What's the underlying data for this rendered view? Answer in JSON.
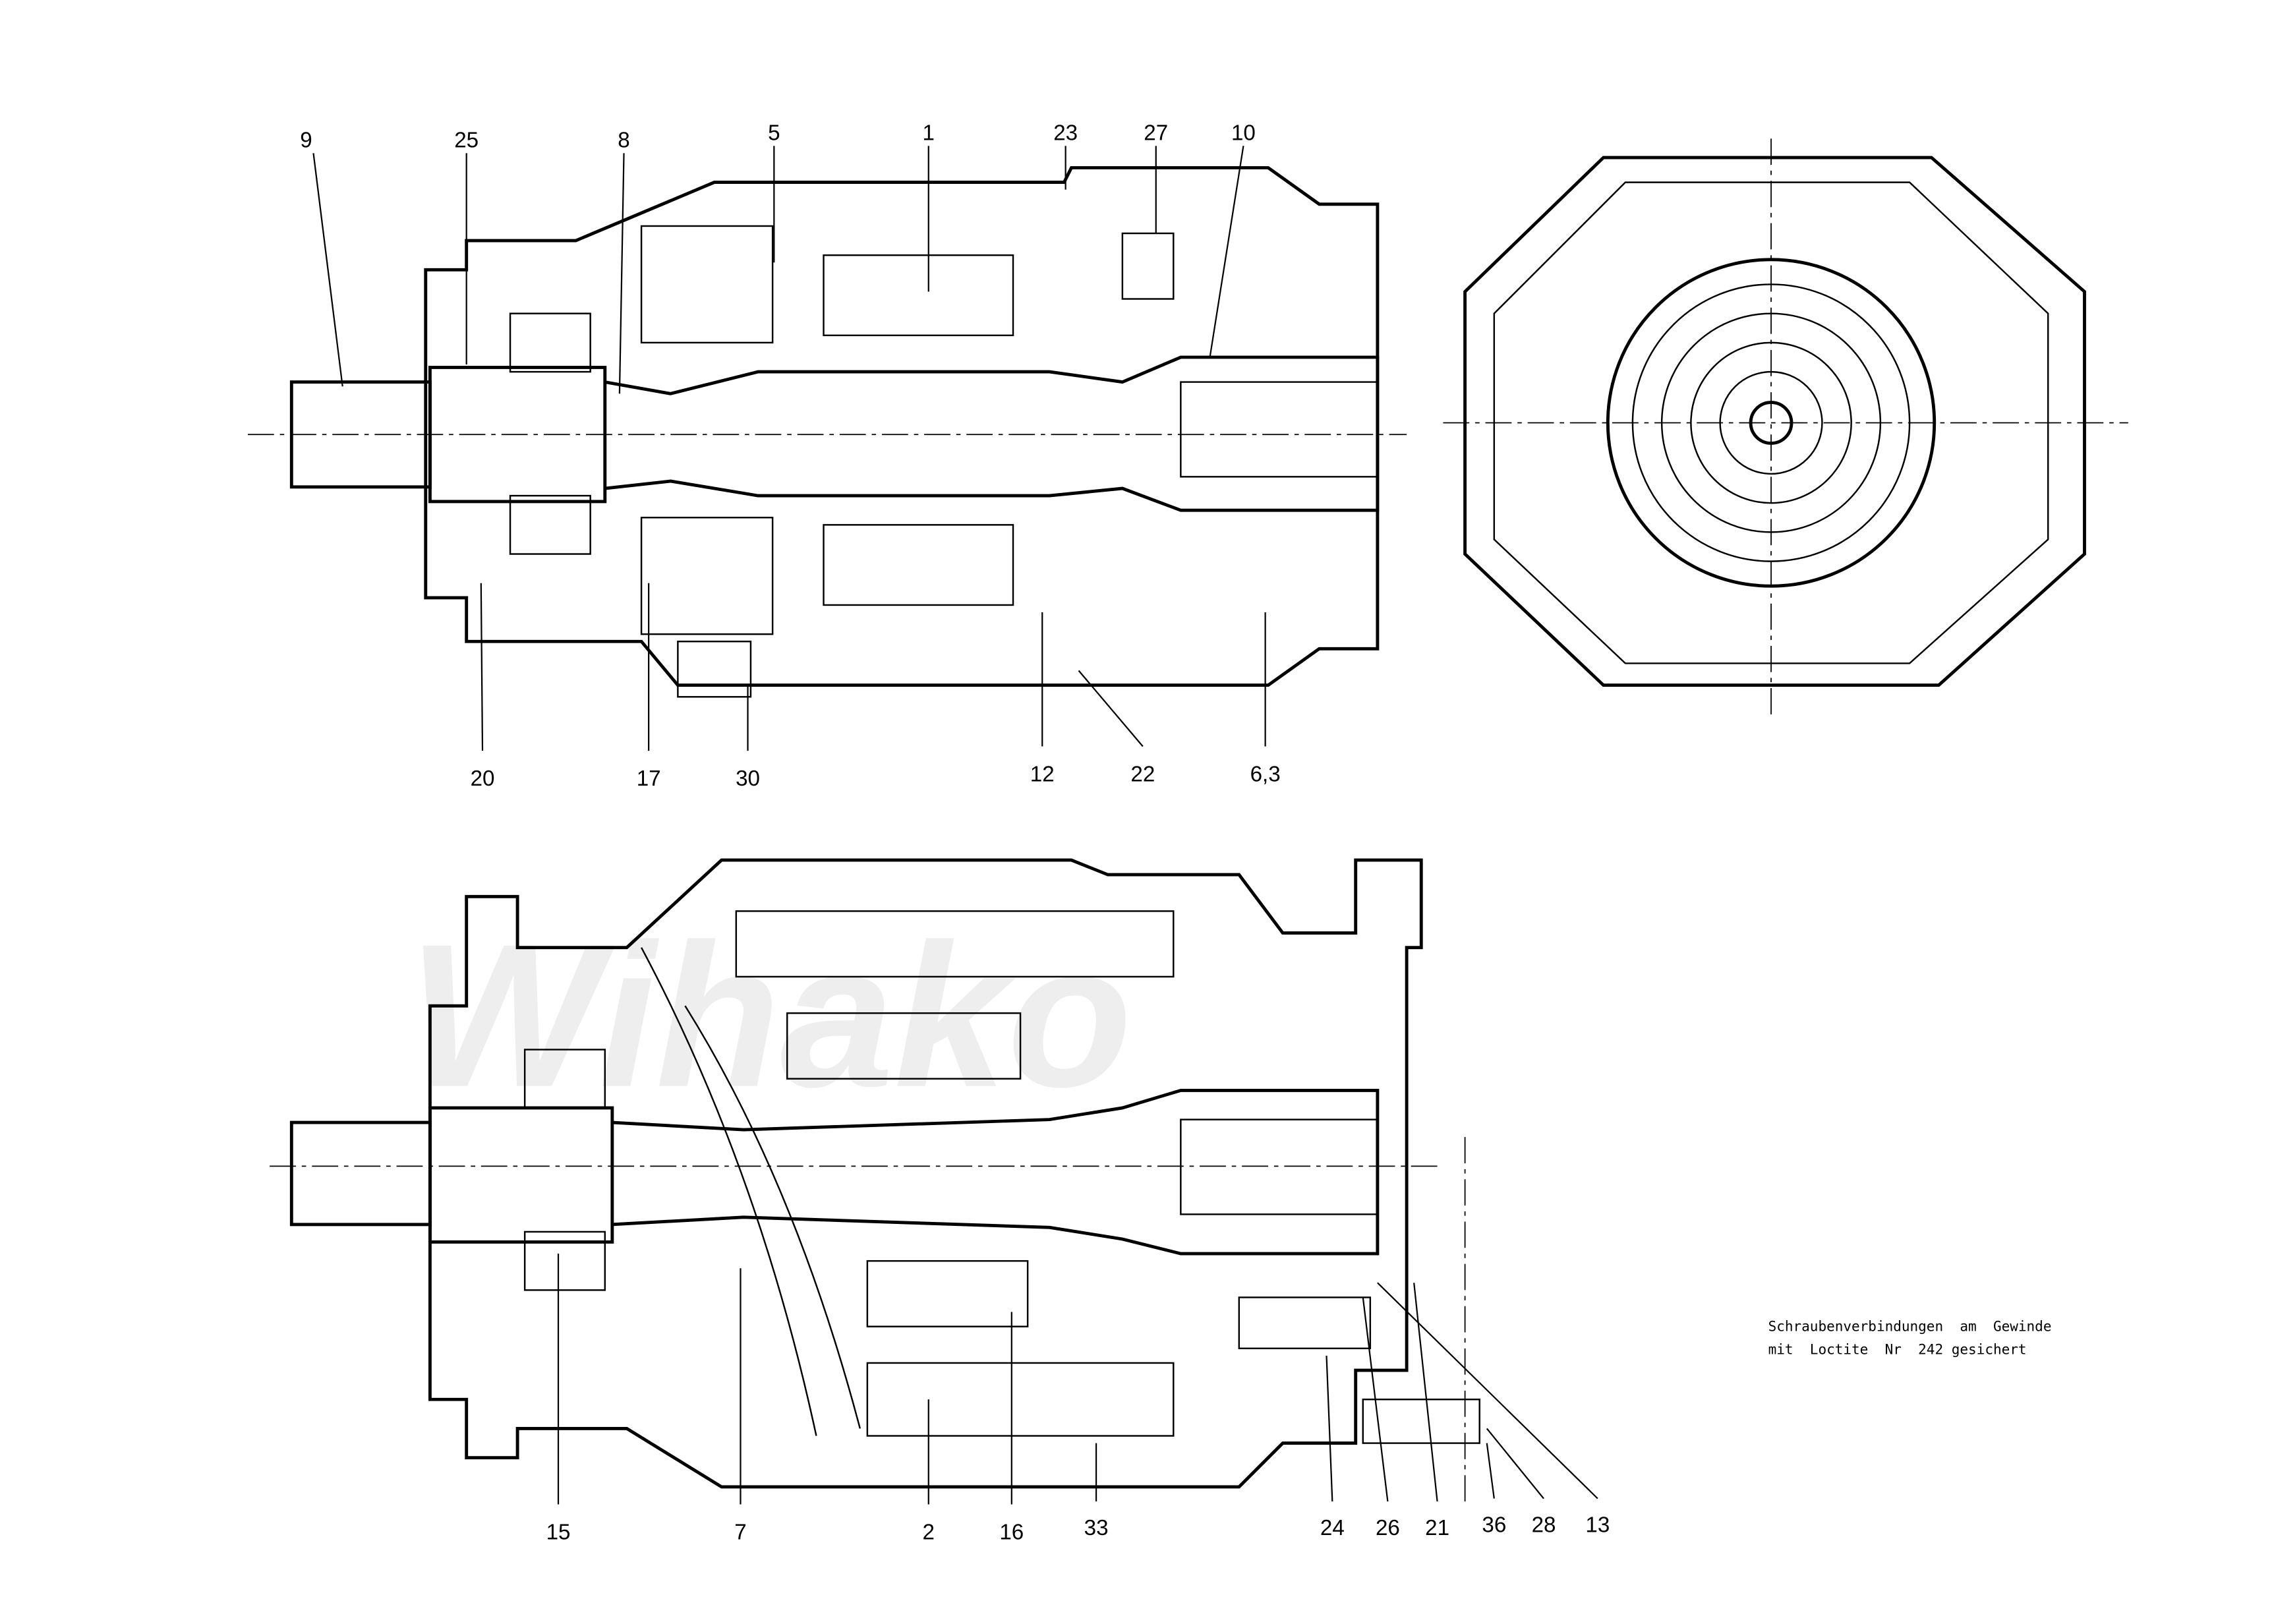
{
  "watermark": "Wihako",
  "note": {
    "line1": "Schraubenverbindungen  am  Gewinde",
    "line2": "mit  Loctite  Nr  242 gesichert"
  },
  "top_view_labels": [
    "9",
    "25",
    "8",
    "5",
    "1",
    "23",
    "27",
    "10"
  ],
  "top_view_bottom_labels": [
    "20",
    "17",
    "30",
    "12",
    "22",
    "6,3"
  ],
  "bottom_view_labels": [
    "15",
    "7",
    "2",
    "16",
    "33",
    "24",
    "26",
    "21",
    "36",
    "28",
    "13"
  ]
}
